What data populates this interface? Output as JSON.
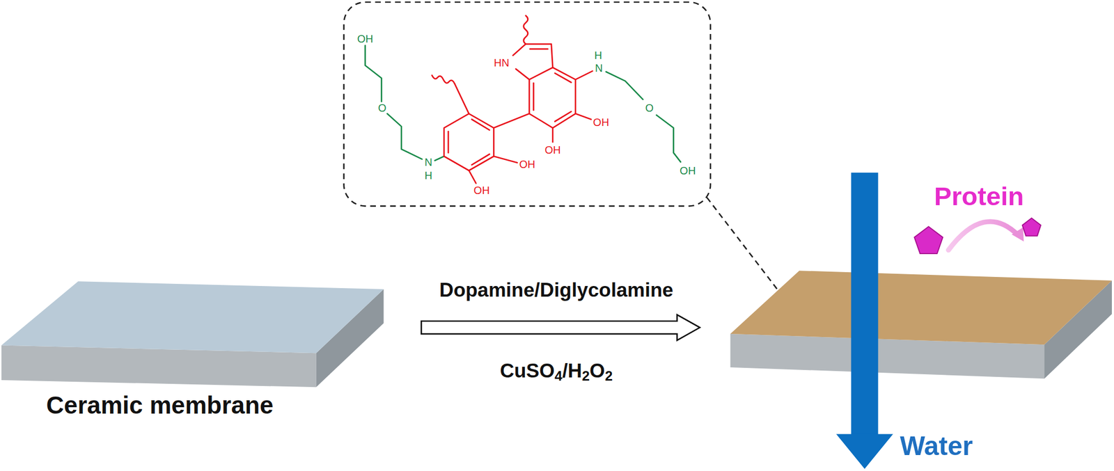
{
  "diagram": {
    "labels": [
      "OH",
      "O",
      "N",
      "H",
      "HN",
      "OH",
      "OH",
      "OH",
      "OH",
      "H",
      "N",
      "O",
      "OH",
      "Dopamine/Diglycolamine",
      "CuSO4/H2O2",
      "Ceramic membrane",
      "Protein",
      "Water"
    ]
  }
}
